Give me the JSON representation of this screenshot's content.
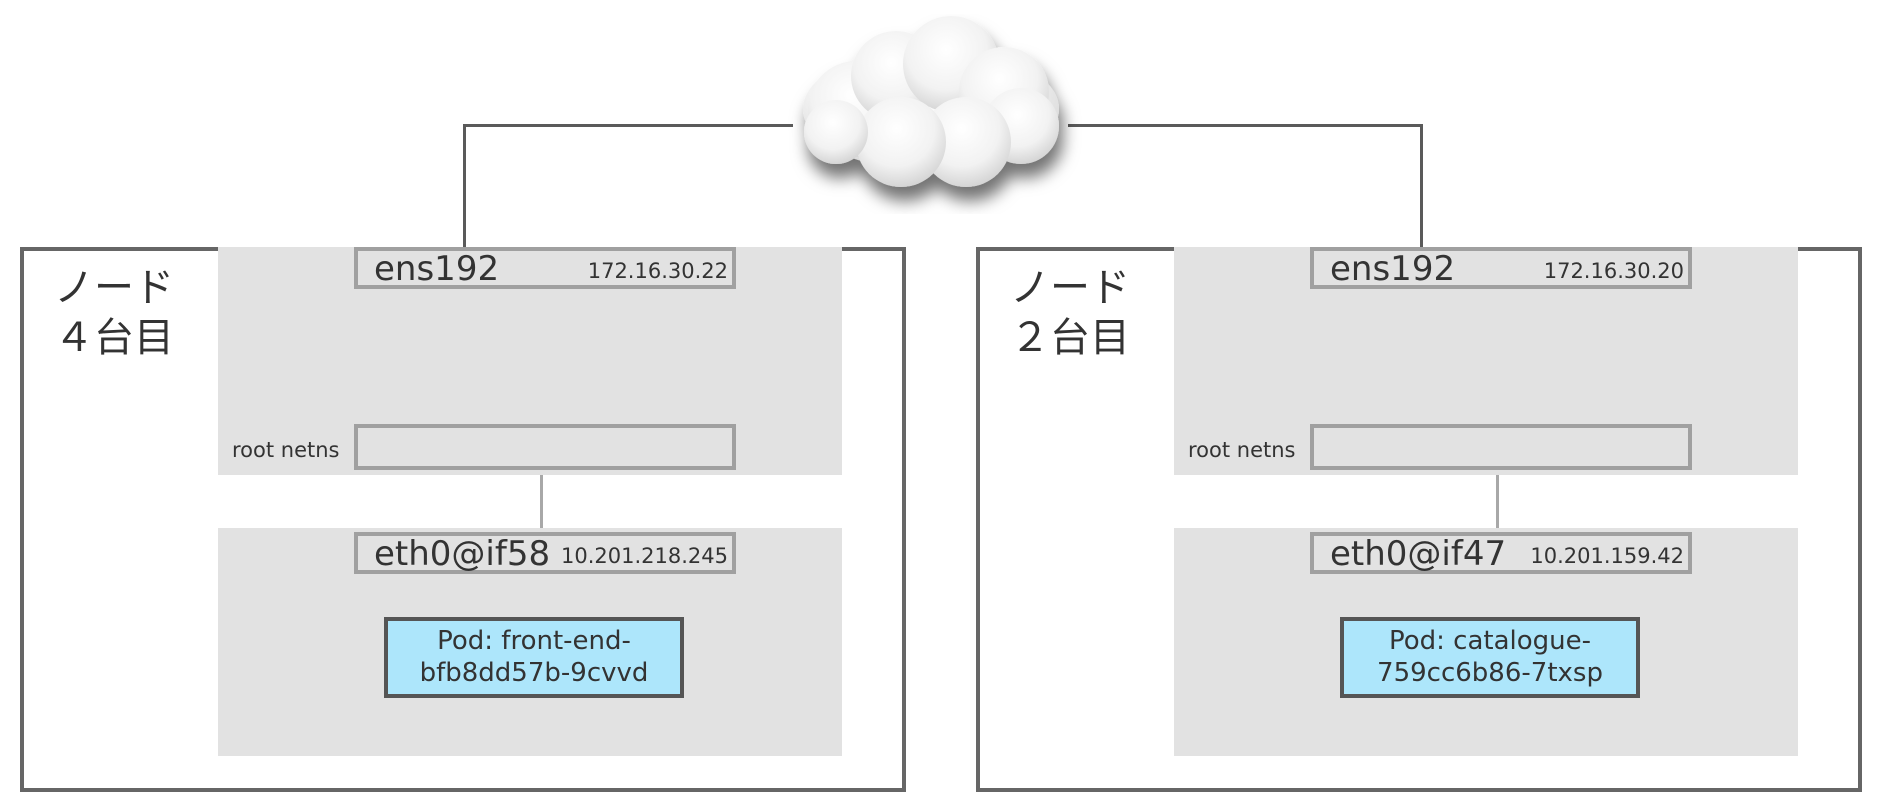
{
  "nodes": [
    {
      "label": "ノード\n４台目",
      "host_iface": {
        "name": "ens192",
        "ip": "172.16.30.22"
      },
      "root_ns_label": "root netns",
      "pod_iface": {
        "name": "eth0@if58",
        "ip": "10.201.218.245"
      },
      "pod": "Pod: front-end-\nbfb8dd57b-9cvvd"
    },
    {
      "label": "ノード\n２台目",
      "host_iface": {
        "name": "ens192",
        "ip": "172.16.30.20"
      },
      "root_ns_label": "root netns",
      "pod_iface": {
        "name": "eth0@if47",
        "ip": "10.201.159.42"
      },
      "pod": "Pod: catalogue-\n759cc6b86-7txsp"
    }
  ],
  "colors": {
    "pod_fill": "#ade6fb",
    "namespace_fill": "#e2e2e2",
    "node_border": "#666666",
    "wire": "#5a5a5a"
  },
  "icons": {
    "network": "cloud-icon"
  }
}
